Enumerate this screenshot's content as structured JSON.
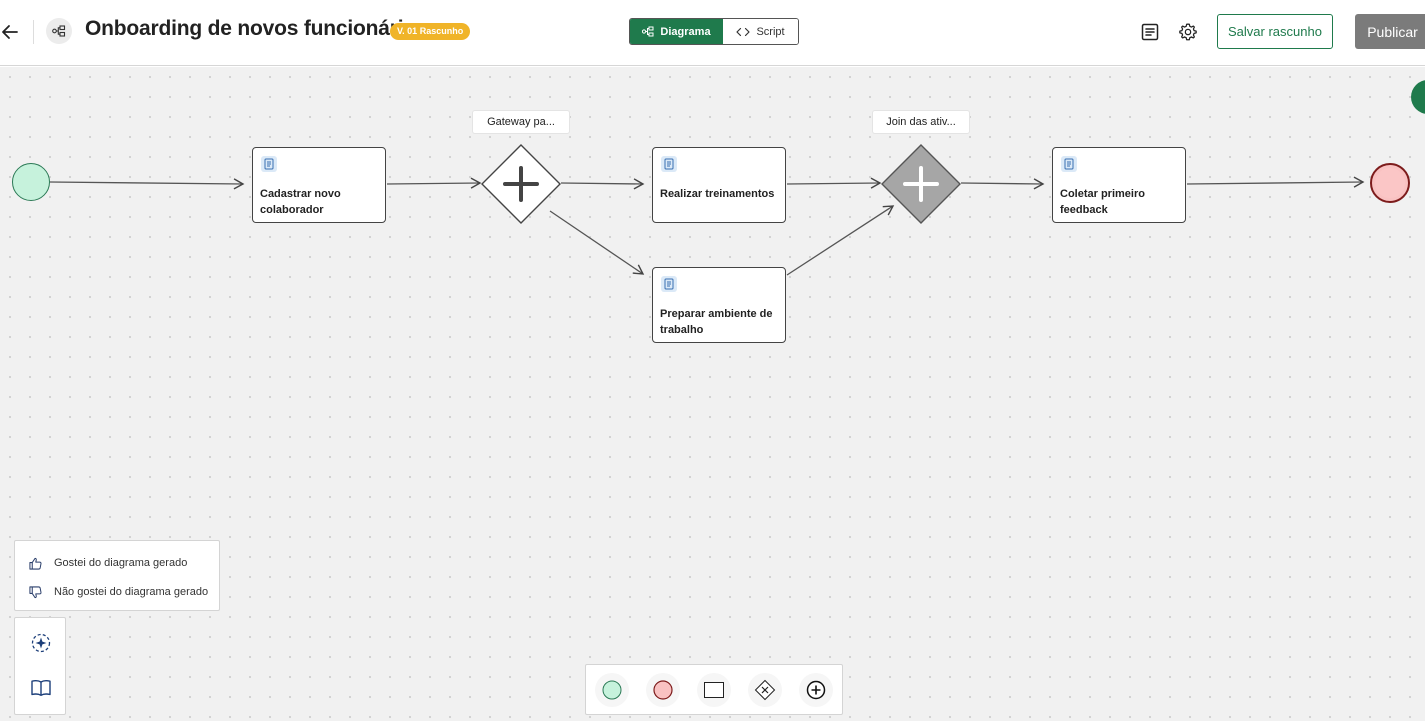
{
  "header": {
    "title": "Onboarding de novos funcionári...",
    "version_badge": "V. 01 Rascunho",
    "view_toggle": {
      "diagram_label": "Diagrama",
      "script_label": "Script"
    },
    "save_draft_label": "Salvar rascunho",
    "publish_label": "Publicar"
  },
  "diagram": {
    "tasks": [
      {
        "id": "task-1",
        "label": "Cadastrar novo colaborador"
      },
      {
        "id": "task-2",
        "label": "Realizar treinamentos"
      },
      {
        "id": "task-3",
        "label": "Preparar ambiente de trabalho"
      },
      {
        "id": "task-4",
        "label": "Coletar primeiro feedback"
      }
    ],
    "gateways": [
      {
        "id": "gateway-split",
        "label": "Gateway pa...",
        "type": "parallel-split"
      },
      {
        "id": "gateway-join",
        "label": "Join das ativ...",
        "type": "parallel-join"
      }
    ],
    "events": [
      {
        "id": "start",
        "type": "start"
      },
      {
        "id": "end",
        "type": "end"
      }
    ]
  },
  "feedback": {
    "like_label": "Gostei do diagrama gerado",
    "dislike_label": "Não gostei do diagrama gerado"
  },
  "icons": {
    "back": "arrow-left-icon",
    "process": "process-flow-icon",
    "notes": "notes-icon",
    "settings": "gear-icon",
    "ai": "ai-sparkle-icon",
    "docs": "open-book-icon"
  },
  "colors": {
    "primary": "#1f7a4c",
    "badge": "#f0b428",
    "start_event_fill": "#c6f2dc",
    "end_event_fill": "#f9c2c2",
    "publish_disabled": "#7b7b7b",
    "canvas": "#f1f1f1"
  }
}
